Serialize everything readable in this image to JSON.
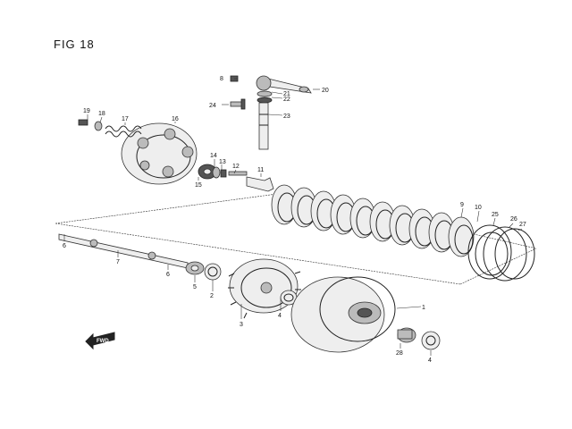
{
  "figure": {
    "title": "FIG 18"
  },
  "fwd_label": "FWD",
  "callouts": [
    "1",
    "2",
    "3",
    "4",
    "4",
    "5",
    "6",
    "6",
    "7",
    "8",
    "9",
    "10",
    "11",
    "12",
    "13",
    "14",
    "15",
    "16",
    "17",
    "18",
    "19",
    "20",
    "21",
    "22",
    "23",
    "24",
    "25",
    "26",
    "27",
    "28"
  ]
}
